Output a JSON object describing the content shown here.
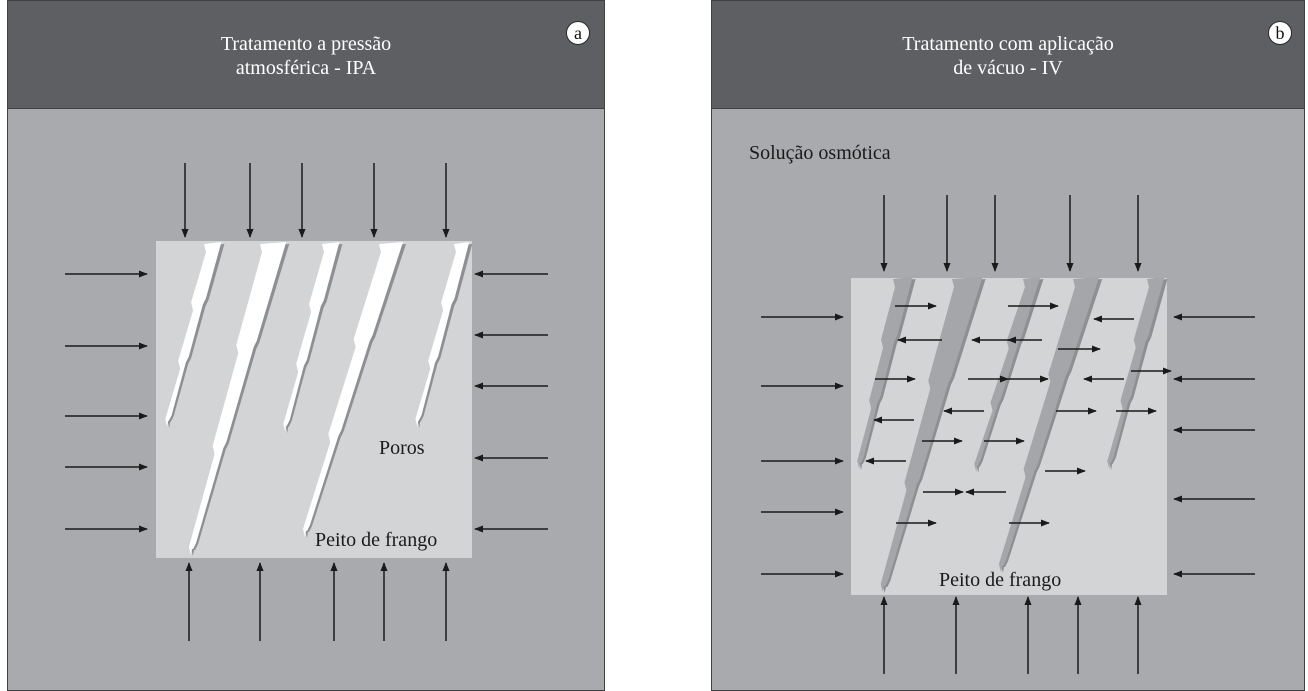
{
  "panel_a": {
    "title_line1": "Tratamento a pressão",
    "title_line2": "atmosférica - IPA",
    "badge": "a",
    "label_pores": "Poros",
    "label_sample": "Peito de frango"
  },
  "panel_b": {
    "title_line1": "Tratamento com aplicação",
    "title_line2": "de vácuo - IV",
    "badge": "b",
    "label_solution": "Solução osmótica",
    "label_sample": "Peito de frango"
  },
  "colors": {
    "background": "#a8aaad",
    "header": "#5d5f63",
    "sample": "#d2d4d6",
    "pore_open": "#ffffff",
    "pore_filled": "#a4a6aa",
    "arrow": "#1a1a1a"
  }
}
